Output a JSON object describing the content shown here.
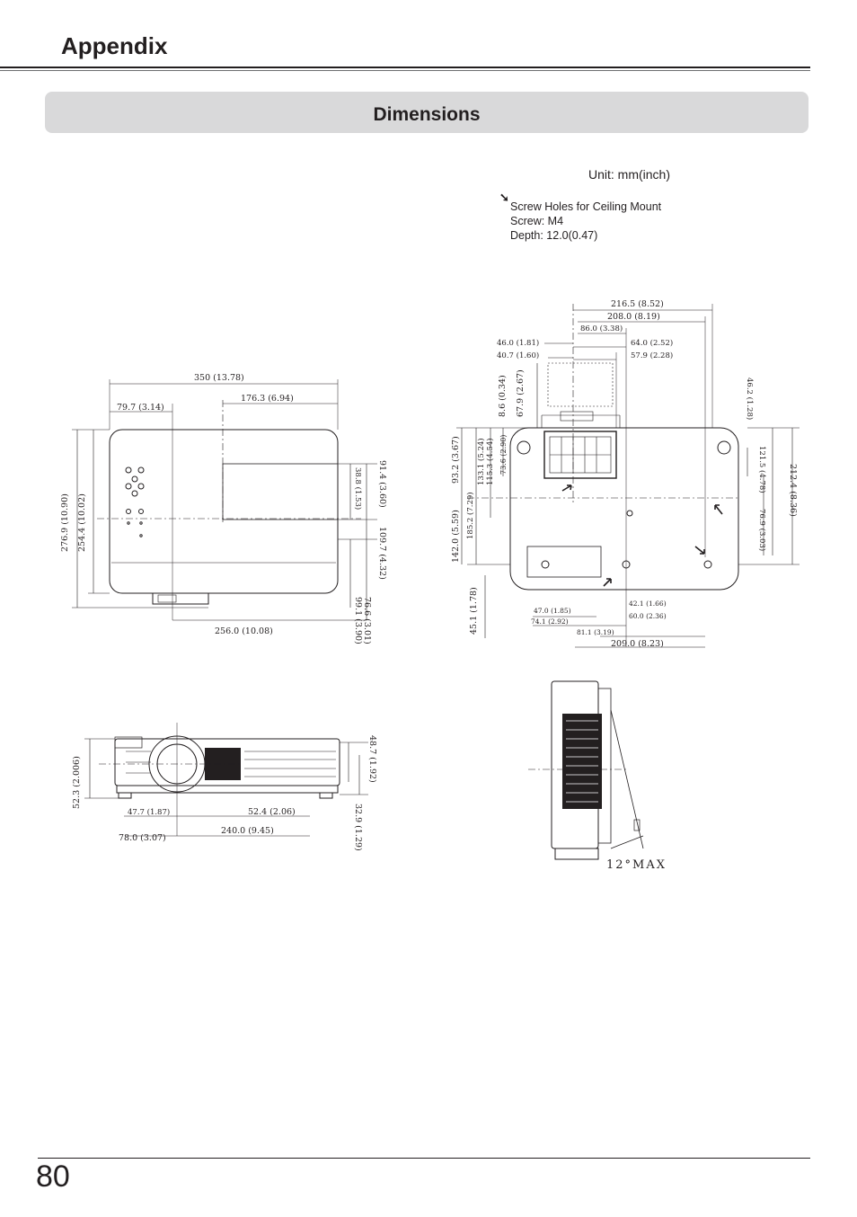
{
  "header": {
    "title": "Appendix"
  },
  "section": {
    "title": "Dimensions"
  },
  "unit_label": "Unit: mm(inch)",
  "notes": {
    "line1": "Screw Holes for Ceiling Mount",
    "line2": "Screw: M4",
    "line3": "Depth: 12.0(0.47)"
  },
  "top_view": {
    "overall_width": "350 (13.78)",
    "left_offset": "79.7 (3.14)",
    "center_offset": "176.3 (6.94)",
    "overall_depth": "276.9 (10.90)",
    "body_depth": "254.4 (10.02)",
    "right_a": "38.8 (1.53)",
    "right_b": "91.4 (3.60)",
    "right_c": "109.7 (4.32)",
    "right_d": "76.6 (3.01)",
    "right_e": "99.1 (3.90)",
    "bottom_width": "256.0 (10.08)"
  },
  "bottom_view": {
    "w1": "216.5 (8.52)",
    "w2": "208.0 (8.19)",
    "w3": "86.0 (3.38)",
    "l1": "46.0 (1.81)",
    "l2": "40.7 (1.60)",
    "r1": "64.0 (2.52)",
    "r2": "57.9 (2.28)",
    "v1": "8.6 (0.34)",
    "v2": "67.9 (2.67)",
    "v3": "93.2 (3.67)",
    "v4": "133.1 (5.24)",
    "v5": "115.3 (4.54)",
    "v6": "73.6 (2.90)",
    "v7": "185.2 (7.29)",
    "v8": "142.0 (5.59)",
    "v9": "45.1 (1.78)",
    "rv1": "46.2 (1.28)",
    "rv2": "121.5 (4.78)",
    "rv3": "212.4 (8.36)",
    "rv4": "76.9 (3.03)",
    "b1": "47.0 (1.85)",
    "b2": "74.1 (2.92)",
    "b3": "81.1 (3.19)",
    "b4": "42.1 (1.66)",
    "b5": "60.0 (2.36)",
    "b6": "209.0 (8.23)"
  },
  "front_view": {
    "height_left": "52.3 (2.006)",
    "right_upper": "48.7 (1.92)",
    "right_lower": "32.9 (1.29)",
    "d1": "47.7 (1.87)",
    "d2": "52.4 (2.06)",
    "d3": "78.0 (3.07)",
    "d4": "240.0 (9.45)"
  },
  "side_view": {
    "tilt_label": "12°MAX"
  },
  "footer": {
    "page_number": "80"
  }
}
